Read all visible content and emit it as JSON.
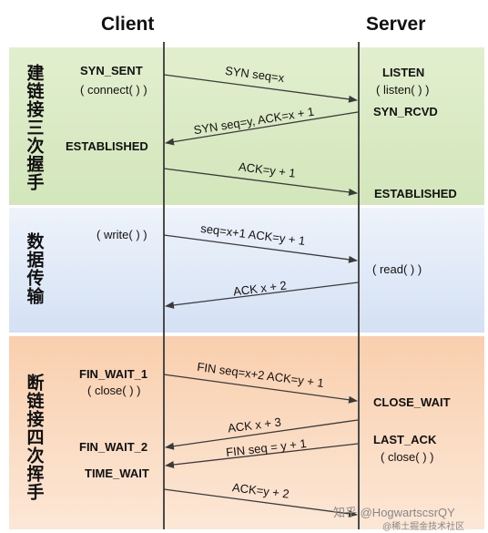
{
  "headers": {
    "client": "Client",
    "server": "Server"
  },
  "sections": {
    "handshake": "建链接三次握手",
    "transfer": "数据传输",
    "teardown": "断链接四次挥手"
  },
  "client_labels": {
    "syn_sent": "SYN_SENT",
    "connect": "( connect( ) )",
    "established": "ESTABLISHED",
    "write": "( write( ) )",
    "fin_wait_1": "FIN_WAIT_1",
    "close": "( close( ) )",
    "fin_wait_2": "FIN_WAIT_2",
    "time_wait": "TIME_WAIT"
  },
  "server_labels": {
    "listen": "LISTEN",
    "listen_call": "( listen( ) )",
    "syn_rcvd": "SYN_RCVD",
    "established": "ESTABLISHED",
    "read": "( read( ) )",
    "close_wait": "CLOSE_WAIT",
    "last_ack": "LAST_ACK",
    "close": "( close( ) )"
  },
  "messages": {
    "syn": "SYN seq=x",
    "syn_ack": "SYN seq=y, ACK=x + 1",
    "ack": "ACK=y + 1",
    "data": "seq=x+1 ACK=y + 1",
    "data_ack": "ACK x + 2",
    "fin1": "FIN seq=x+2 ACK=y + 1",
    "ack_fin1": "ACK x + 3",
    "fin2": "FIN seq = y + 1",
    "ack_fin2": "ACK=y + 2"
  },
  "watermark": {
    "line1": "知乎 @HogwartscsrQY",
    "line2": "@稀土掘金技术社区"
  },
  "colors": {
    "handshake": "#d8e9c2",
    "transfer": "#e2eaf7",
    "teardown": "#fad7bc",
    "line": "#4a4a4a"
  }
}
